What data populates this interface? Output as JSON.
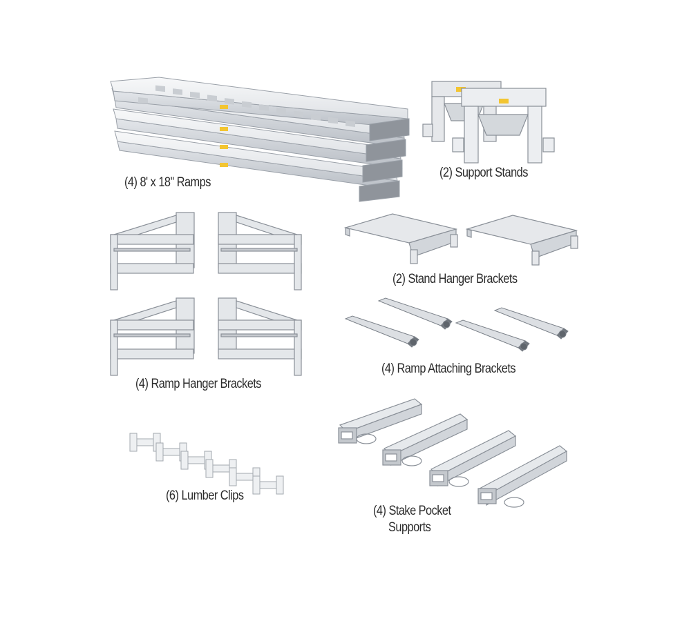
{
  "items": {
    "ramps": {
      "label": "(4) 8' x 18'' Ramps"
    },
    "support_stands": {
      "label": "(2) Support Stands"
    },
    "stand_hanger_brackets": {
      "label": "(2) Stand Hanger Brackets"
    },
    "ramp_hanger_brackets": {
      "label": "(4) Ramp Hanger Brackets"
    },
    "ramp_attaching_brackets": {
      "label": "(4) Ramp Attaching Brackets"
    },
    "lumber_clips": {
      "label": "(6) Lumber Clips"
    },
    "stake_pocket_supports": {
      "label_line1": "(4) Stake Pocket",
      "label_line2": "Supports"
    }
  },
  "colors": {
    "aluminum_light": "#f2f3f5",
    "aluminum_mid": "#d7dade",
    "aluminum_dark": "#a9aeb5",
    "outline": "#8a9098",
    "sticker": "#f3c531",
    "text": "#2b2b2b"
  }
}
